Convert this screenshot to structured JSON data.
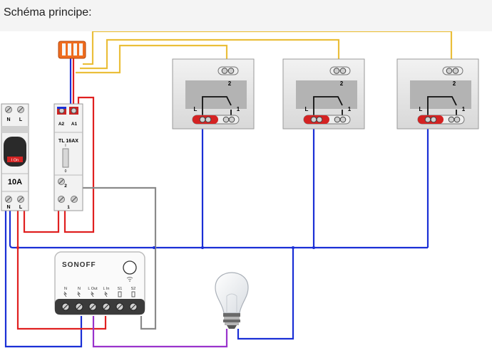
{
  "header": {
    "title": "Schéma principe:"
  },
  "breaker": {
    "terminal_left": "N",
    "terminal_right": "L",
    "status": "I  On",
    "rating": "10A",
    "bottom_left": "N",
    "bottom_right": "L"
  },
  "teleruptor": {
    "terminal_a2": "A2",
    "terminal_a1": "A1",
    "model": "TL 16AX",
    "indicator_top": "I",
    "indicator_bottom": "0",
    "terminal_2": "2",
    "terminal_1": "1"
  },
  "switches": [
    {
      "top_label": "2",
      "left_label": "L",
      "right_label": "1"
    },
    {
      "top_label": "2",
      "left_label": "L",
      "right_label": "1"
    },
    {
      "top_label": "2",
      "left_label": "L",
      "right_label": "1"
    }
  ],
  "sonoff": {
    "brand": "SONOFF",
    "terminals": [
      "N",
      "N",
      "L Out",
      "L In",
      "S1",
      "S2"
    ]
  },
  "colors": {
    "phase": "#e02020",
    "neutral": "#1a2fd6",
    "return": "#9933cc",
    "control": "#f2c842",
    "switch_link": "#8a8a8a"
  }
}
